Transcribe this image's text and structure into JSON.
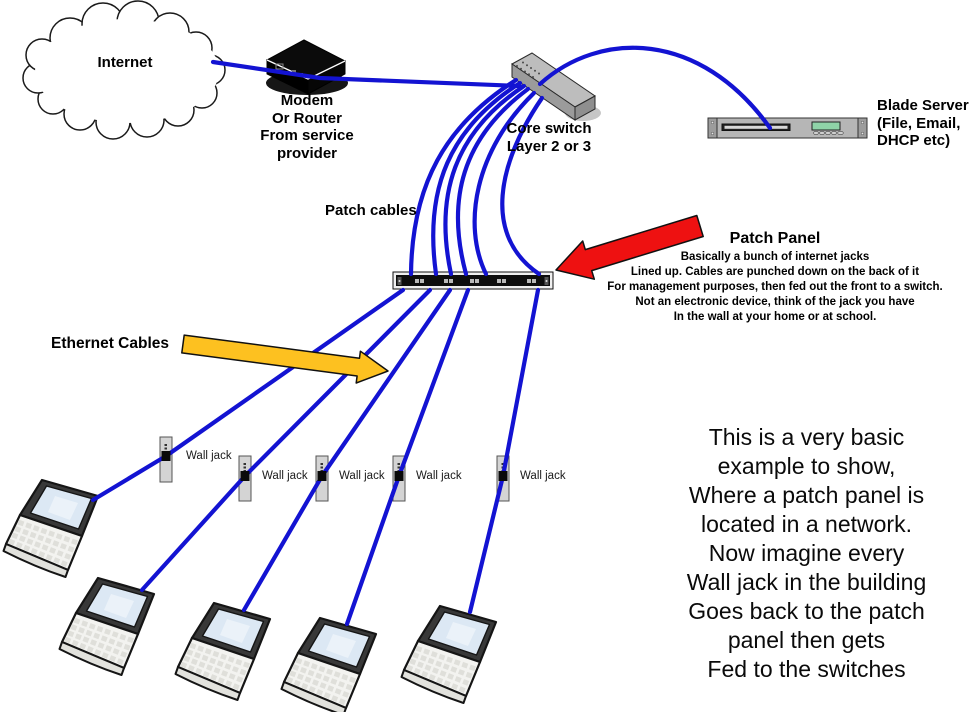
{
  "cloud": {
    "label": "Internet"
  },
  "modem": {
    "label_lines": [
      "Modem",
      "Or Router",
      "From service",
      "provider"
    ]
  },
  "core_switch": {
    "label_lines": [
      "Core switch",
      "Layer 2 or 3"
    ]
  },
  "blade_server": {
    "label_lines": [
      "Blade Server",
      "(File, Email,",
      "DHCP etc)"
    ]
  },
  "patch_cables_label": "Patch cables",
  "ethernet_cables_label": "Ethernet Cables",
  "patch_panel": {
    "title": "Patch Panel",
    "description_lines": [
      "Basically a bunch of internet jacks",
      "Lined up. Cables are punched down on the back of it",
      "For management purposes, then fed out the front to a switch.",
      "Not an electronic device, think of the jack you have",
      "In the wall at your home or at school."
    ]
  },
  "wall_jacks": {
    "label": "Wall jack",
    "count": 5
  },
  "note_lines": [
    "This is a very basic",
    "example to show,",
    "Where a patch panel is",
    "located in a network.",
    "Now imagine every",
    "Wall jack in the building",
    "Goes back to the patch",
    "panel then gets",
    "Fed to the switches"
  ],
  "colors": {
    "cable_blue": "#1313d2",
    "arrow_red": "#ee1111",
    "arrow_yellow": "#fdc120"
  }
}
